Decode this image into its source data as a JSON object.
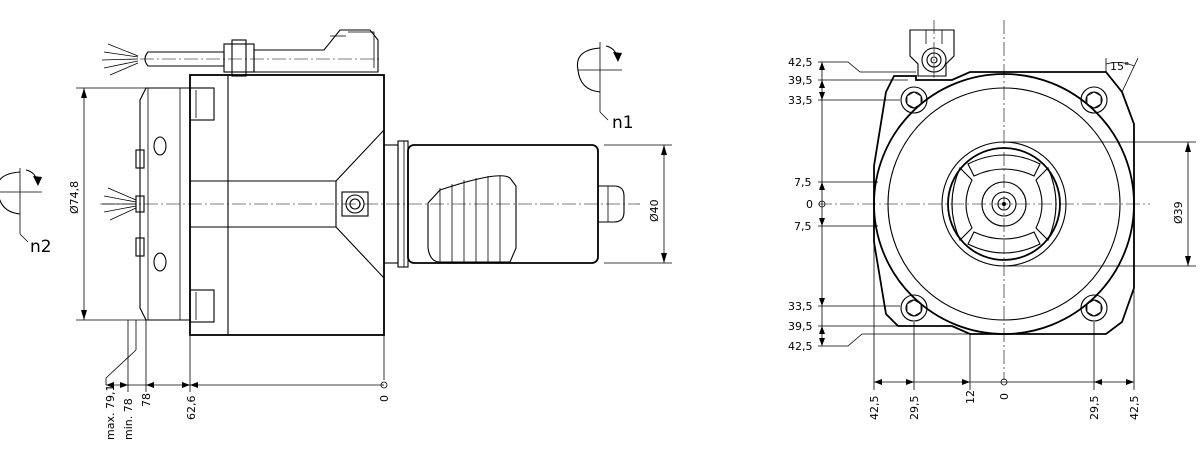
{
  "side_view": {
    "diameter_body": "Ø74,8",
    "diameter_shank": "Ø40",
    "rotation_spindle": "n2",
    "rotation_output": "n1",
    "x_dims": [
      "max. 79,1",
      "min. 78",
      "78",
      "62,6",
      "0"
    ]
  },
  "front_view": {
    "angle": "15°",
    "diameter_bore": "Ø39",
    "y_dims": [
      "42,5",
      "39,5",
      "33,5",
      "7,5",
      "0",
      "7,5",
      "33,5",
      "39,5",
      "42,5"
    ],
    "x_dims": [
      "42,5",
      "29,5",
      "12",
      "0",
      "29,5",
      "42,5"
    ]
  }
}
